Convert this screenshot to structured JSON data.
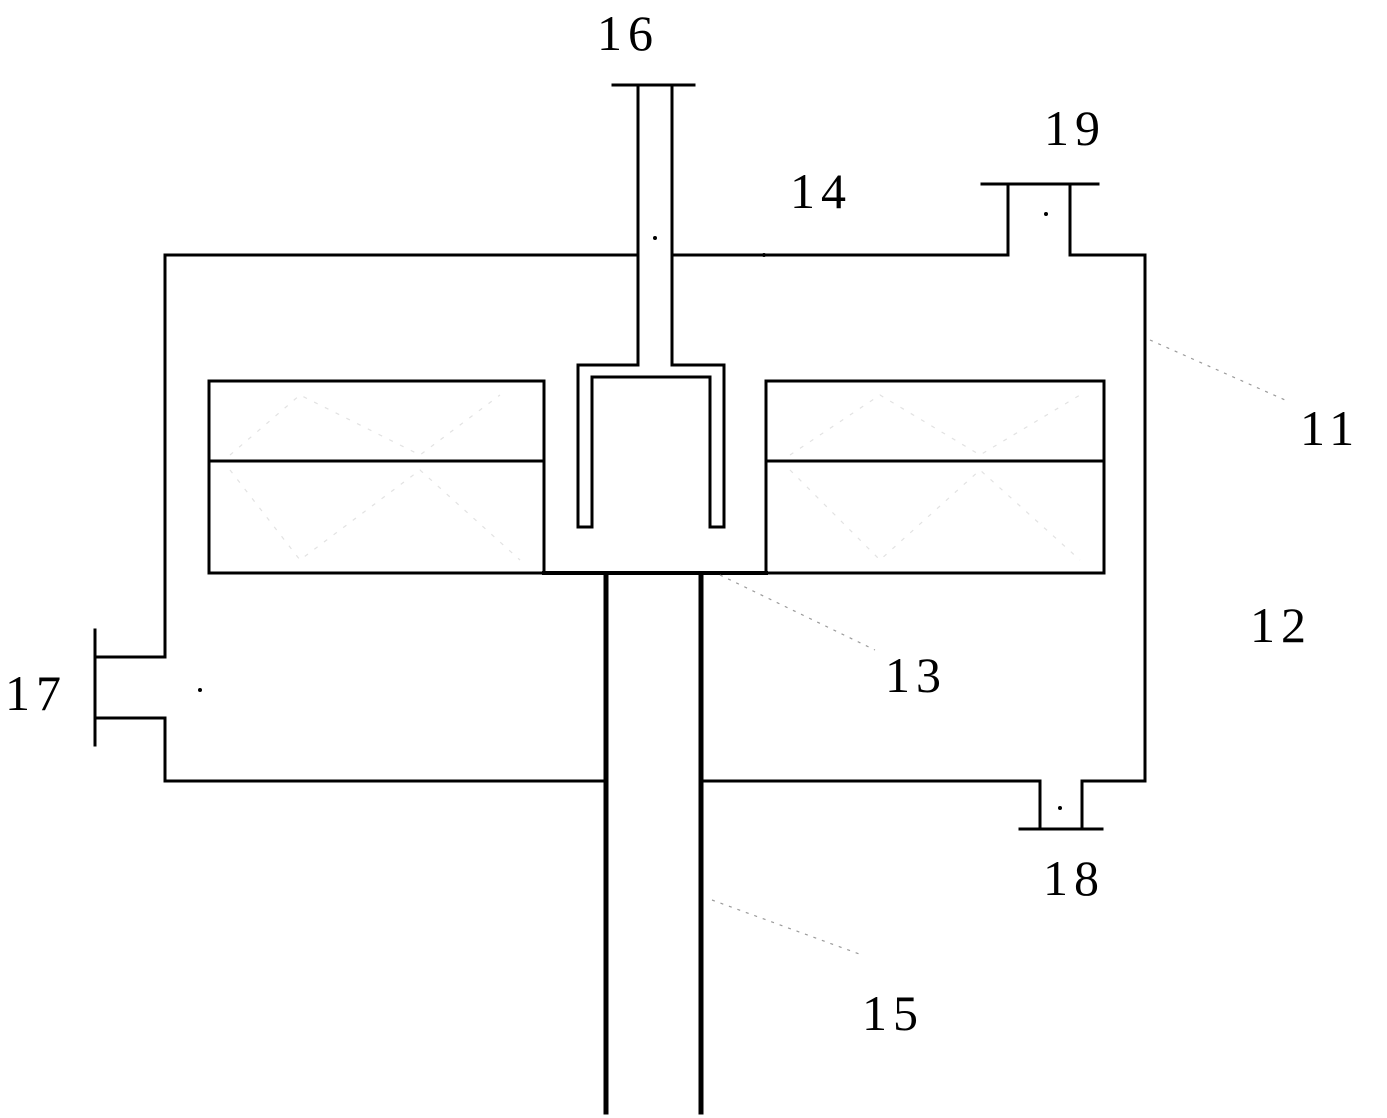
{
  "labels": {
    "l11": "11",
    "l12": "12",
    "l13": "13",
    "l14": "14",
    "l15": "15",
    "l16": "16",
    "l17": "17",
    "l18": "18",
    "l19": "19"
  },
  "colors": {
    "stroke": "#000000",
    "background": "#ffffff",
    "leader": "#9a9a9a"
  }
}
